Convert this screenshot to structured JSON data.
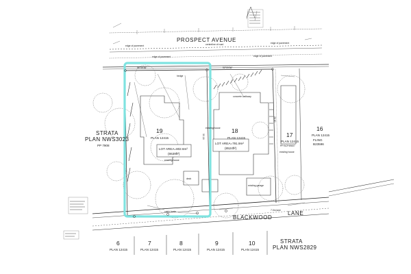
{
  "streets": {
    "north": "PROSPECT AVENUE",
    "south_a": "BLACKWOOD",
    "south_b": "LANE"
  },
  "strata": [
    {
      "name": "STRATA",
      "plan": "PLAN NWS3023",
      "pp": "PP 7908"
    },
    {
      "name": "STRATA",
      "plan": "PLAN NWS2829"
    }
  ],
  "lots": [
    {
      "number": "19",
      "plan": "PLAN 12415",
      "area_line1": "LOT AREA=802.6m²",
      "area_line2": "(8639ft²)"
    },
    {
      "number": "18",
      "plan": "PLAN 12415",
      "area_line1": "LOT AREA=791.9m²",
      "area_line2": "(8524ft²)"
    },
    {
      "number": "17",
      "plan": "PLAN 12415",
      "pp": "PP BCP49607"
    },
    {
      "number": "16",
      "plan": "PLAN 12415",
      "extra": "FLING",
      "extra2": "B23596"
    }
  ],
  "south_lots": [
    {
      "number": "6",
      "plan": "PLAN 12415"
    },
    {
      "number": "7",
      "plan": "PLAN 12415"
    },
    {
      "number": "8",
      "plan": "PLAN 12415"
    },
    {
      "number": "9",
      "plan": "PLAN 12415"
    },
    {
      "number": "10",
      "plan": "PLAN 12415"
    }
  ],
  "annotations": {
    "existing_house": "existing house",
    "edge_of_pavement": "edge of pavement",
    "centreline": "centreline of road",
    "lane_width": "7.0m lane",
    "catch_basin": "catch basin",
    "bearing_top": "90°09'36\"",
    "bearing_side_a": "30.18",
    "bearing_side_b": "26.60",
    "hedge": "hedge",
    "deck": "deck",
    "garage": "existing garage",
    "concrete": "concrete walkway"
  },
  "highlight_color": "#7fe3e0",
  "line_color": "#222222"
}
